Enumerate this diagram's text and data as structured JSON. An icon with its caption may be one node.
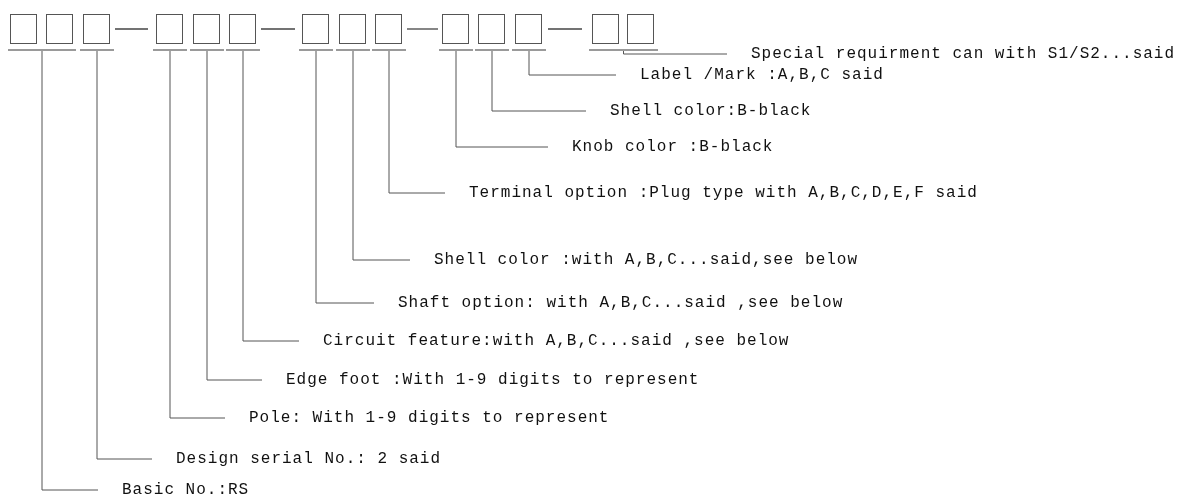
{
  "diagram": {
    "nodes": [
      {
        "text": [],
        "shape": "box"
      },
      {
        "text": [],
        "shape": "box"
      },
      {
        "text": [],
        "shape": "box"
      },
      {
        "text": [],
        "shape": "box"
      },
      {
        "text": [],
        "shape": "box"
      },
      {
        "text": [],
        "shape": "box"
      },
      {
        "text": [],
        "shape": "box"
      },
      {
        "text": [],
        "shape": "box"
      },
      {
        "text": [],
        "shape": "box"
      },
      {
        "text": [],
        "shape": "box"
      },
      {
        "text": [],
        "shape": "box"
      },
      {
        "text": [],
        "shape": "box"
      },
      {
        "text": [],
        "shape": "box"
      },
      {
        "text": [],
        "shape": "box"
      },
      {
        "text": [
          "Special requirment can with S1/S2...said"
        ]
      },
      {
        "text": [
          "Label /Mark :A,B,C said"
        ]
      },
      {
        "text": [
          "Shell color:B-black"
        ]
      },
      {
        "text": [
          "Knob color :B-black"
        ]
      },
      {
        "text": [
          "Terminal option :Plug type with A,B,C,D,E,F said"
        ]
      },
      {
        "text": [
          "Shell color :with A,B,C...said,see below"
        ]
      },
      {
        "text": [
          "Shaft option: with A,B,C...said ,see below"
        ]
      },
      {
        "text": [
          "Circuit feature:with A,B,C...said ,see below"
        ]
      },
      {
        "text": [
          "Edge foot :With 1-9 digits to represent"
        ]
      },
      {
        "text": [
          "Pole: With 1-9 digits to represent"
        ]
      },
      {
        "text": [
          "Design serial No.: 2 said"
        ]
      },
      {
        "text": [
          "Basic No.:RS"
        ]
      }
    ],
    "edges": [
      {
        "from": 25,
        "to": 0,
        "arrow": "none"
      },
      {
        "from": 25,
        "to": 1,
        "arrow": "none"
      },
      {
        "from": 24,
        "to": 2,
        "arrow": "none"
      },
      {
        "from": 23,
        "to": 3,
        "arrow": "none"
      },
      {
        "from": 22,
        "to": 4,
        "arrow": "none"
      },
      {
        "from": 21,
        "to": 5,
        "arrow": "none"
      },
      {
        "from": 20,
        "to": 6,
        "arrow": "none"
      },
      {
        "from": 19,
        "to": 7,
        "arrow": "none"
      },
      {
        "from": 18,
        "to": 8,
        "arrow": "none"
      },
      {
        "from": 17,
        "to": 9,
        "arrow": "none"
      },
      {
        "from": 16,
        "to": 10,
        "arrow": "none"
      },
      {
        "from": 15,
        "to": 11,
        "arrow": "none"
      },
      {
        "from": 14,
        "to": 12,
        "arrow": "none"
      },
      {
        "from": 14,
        "to": 13,
        "arrow": "none"
      }
    ]
  }
}
